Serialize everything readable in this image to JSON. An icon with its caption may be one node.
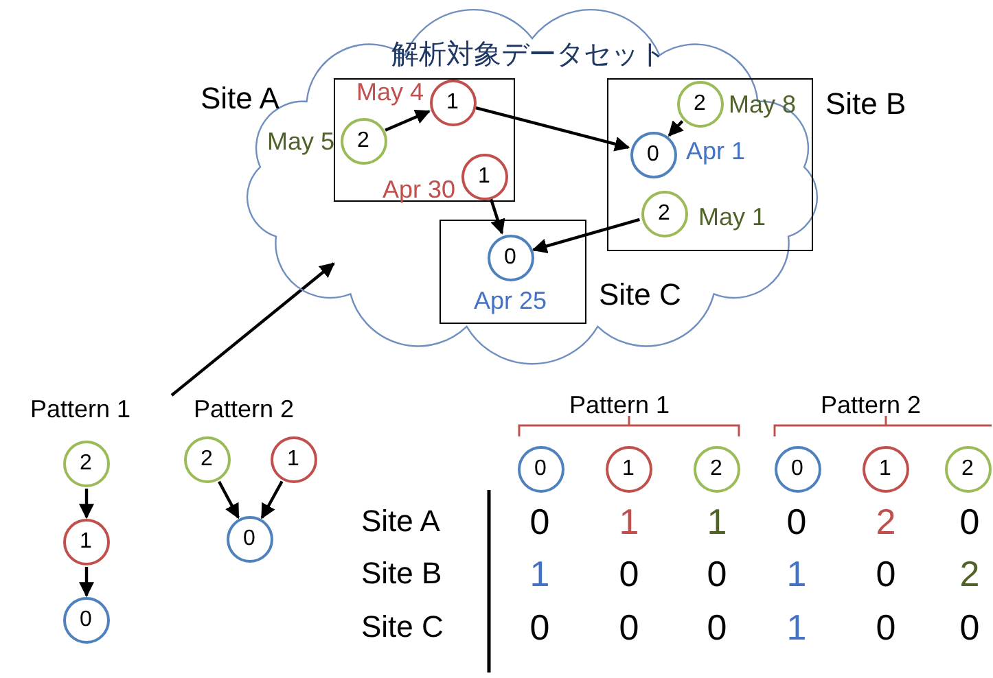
{
  "diagram": {
    "nodes": [
      {
        "text": [
          "解析対象データセット"
        ]
      },
      {
        "text": [
          "Site A"
        ],
        "in": 0
      },
      {
        "text": [
          "2"
        ],
        "beside": [
          "May 5"
        ],
        "in": 1
      },
      {
        "text": [
          "1"
        ],
        "beside": [
          "May 4"
        ],
        "in": 1
      },
      {
        "text": [
          "1"
        ],
        "beside": [
          "Apr 30"
        ],
        "in": 1
      },
      {
        "text": [
          "Site B"
        ],
        "in": 0
      },
      {
        "text": [
          "2"
        ],
        "beside": [
          "May 8"
        ],
        "in": 5
      },
      {
        "text": [
          "0"
        ],
        "beside": [
          "Apr 1"
        ],
        "in": 5
      },
      {
        "text": [
          "2"
        ],
        "beside": [
          "May 1"
        ],
        "in": 5
      },
      {
        "text": [
          "Site C"
        ],
        "in": 0
      },
      {
        "text": [
          "0"
        ],
        "beside": [
          "Apr 25"
        ],
        "in": 9
      },
      {
        "text": [
          "2"
        ]
      },
      {
        "text": [
          "1"
        ]
      },
      {
        "text": [
          "0"
        ]
      },
      {
        "text": [
          "2"
        ]
      },
      {
        "text": [
          "1"
        ]
      },
      {
        "text": [
          "0"
        ]
      },
      {
        "text": [
          "0"
        ]
      },
      {
        "text": [
          "1"
        ]
      },
      {
        "text": [
          "2"
        ]
      },
      {
        "text": [
          "0"
        ]
      },
      {
        "text": [
          "1"
        ]
      },
      {
        "text": [
          "2"
        ]
      }
    ],
    "edges": [
      {
        "from": 2,
        "to": 3,
        "arrow": "to"
      },
      {
        "from": 3,
        "to": 7,
        "arrow": "to"
      },
      {
        "from": 6,
        "to": 7,
        "arrow": "to"
      },
      {
        "from": 4,
        "to": 10,
        "arrow": "to"
      },
      {
        "from": 8,
        "to": 10,
        "arrow": "to"
      },
      {
        "from": null,
        "to": 0,
        "arrow": "to"
      },
      {
        "from": 11,
        "to": 12,
        "arrow": "to"
      },
      {
        "from": 12,
        "to": 13,
        "arrow": "to"
      },
      {
        "from": 14,
        "to": 16,
        "arrow": "to"
      },
      {
        "from": 15,
        "to": 16,
        "arrow": "to"
      }
    ],
    "labels": [
      "Pattern 1",
      "Pattern 2",
      "Pattern 1",
      "Pattern 2",
      "Site A",
      "0",
      "1",
      "1",
      "0",
      "2",
      "0",
      "Site B",
      "1",
      "0",
      "0",
      "1",
      "0",
      "2",
      "Site C",
      "0",
      "0",
      "0",
      "1",
      "0",
      "0"
    ]
  }
}
